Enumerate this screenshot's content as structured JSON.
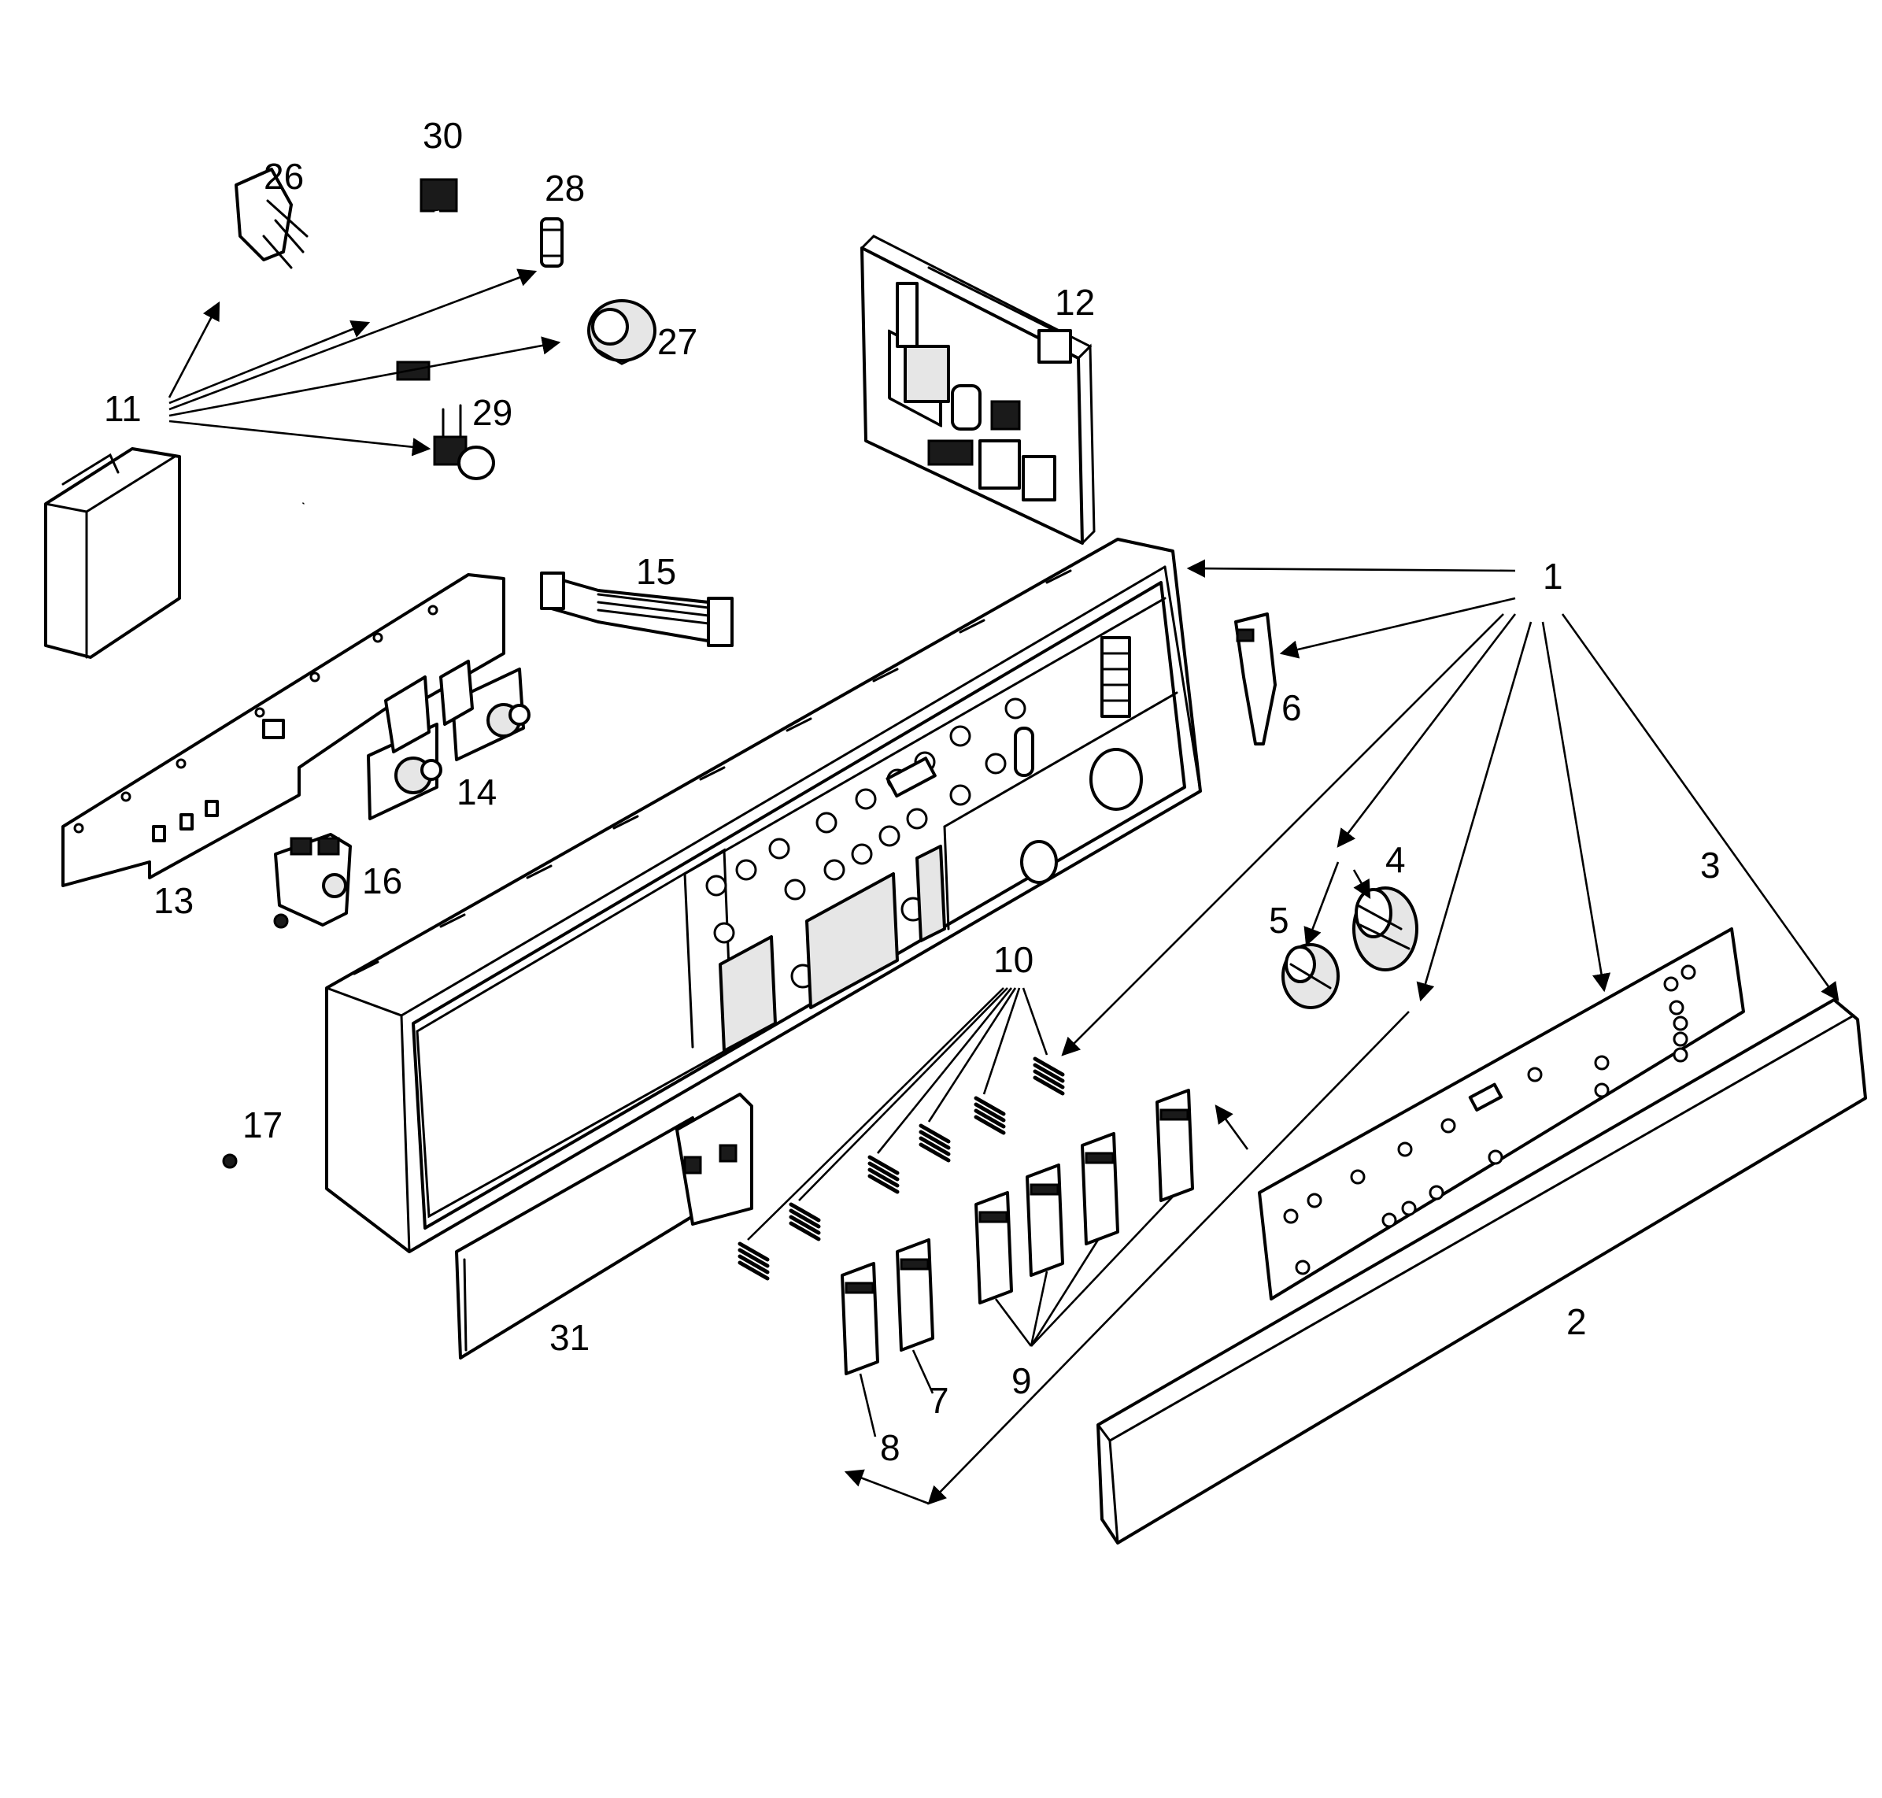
{
  "callouts": {
    "c1": "1",
    "c2": "2",
    "c3": "3",
    "c4": "4",
    "c5": "5",
    "c6": "6",
    "c7": "7",
    "c8": "8",
    "c9": "9",
    "c10": "10",
    "c11": "11",
    "c12": "12",
    "c13": "13",
    "c14": "14",
    "c15": "15",
    "c16": "16",
    "c17": "17",
    "c26": "26",
    "c27": "27",
    "c28": "28",
    "c29": "29",
    "c30": "30",
    "c31": "31"
  }
}
